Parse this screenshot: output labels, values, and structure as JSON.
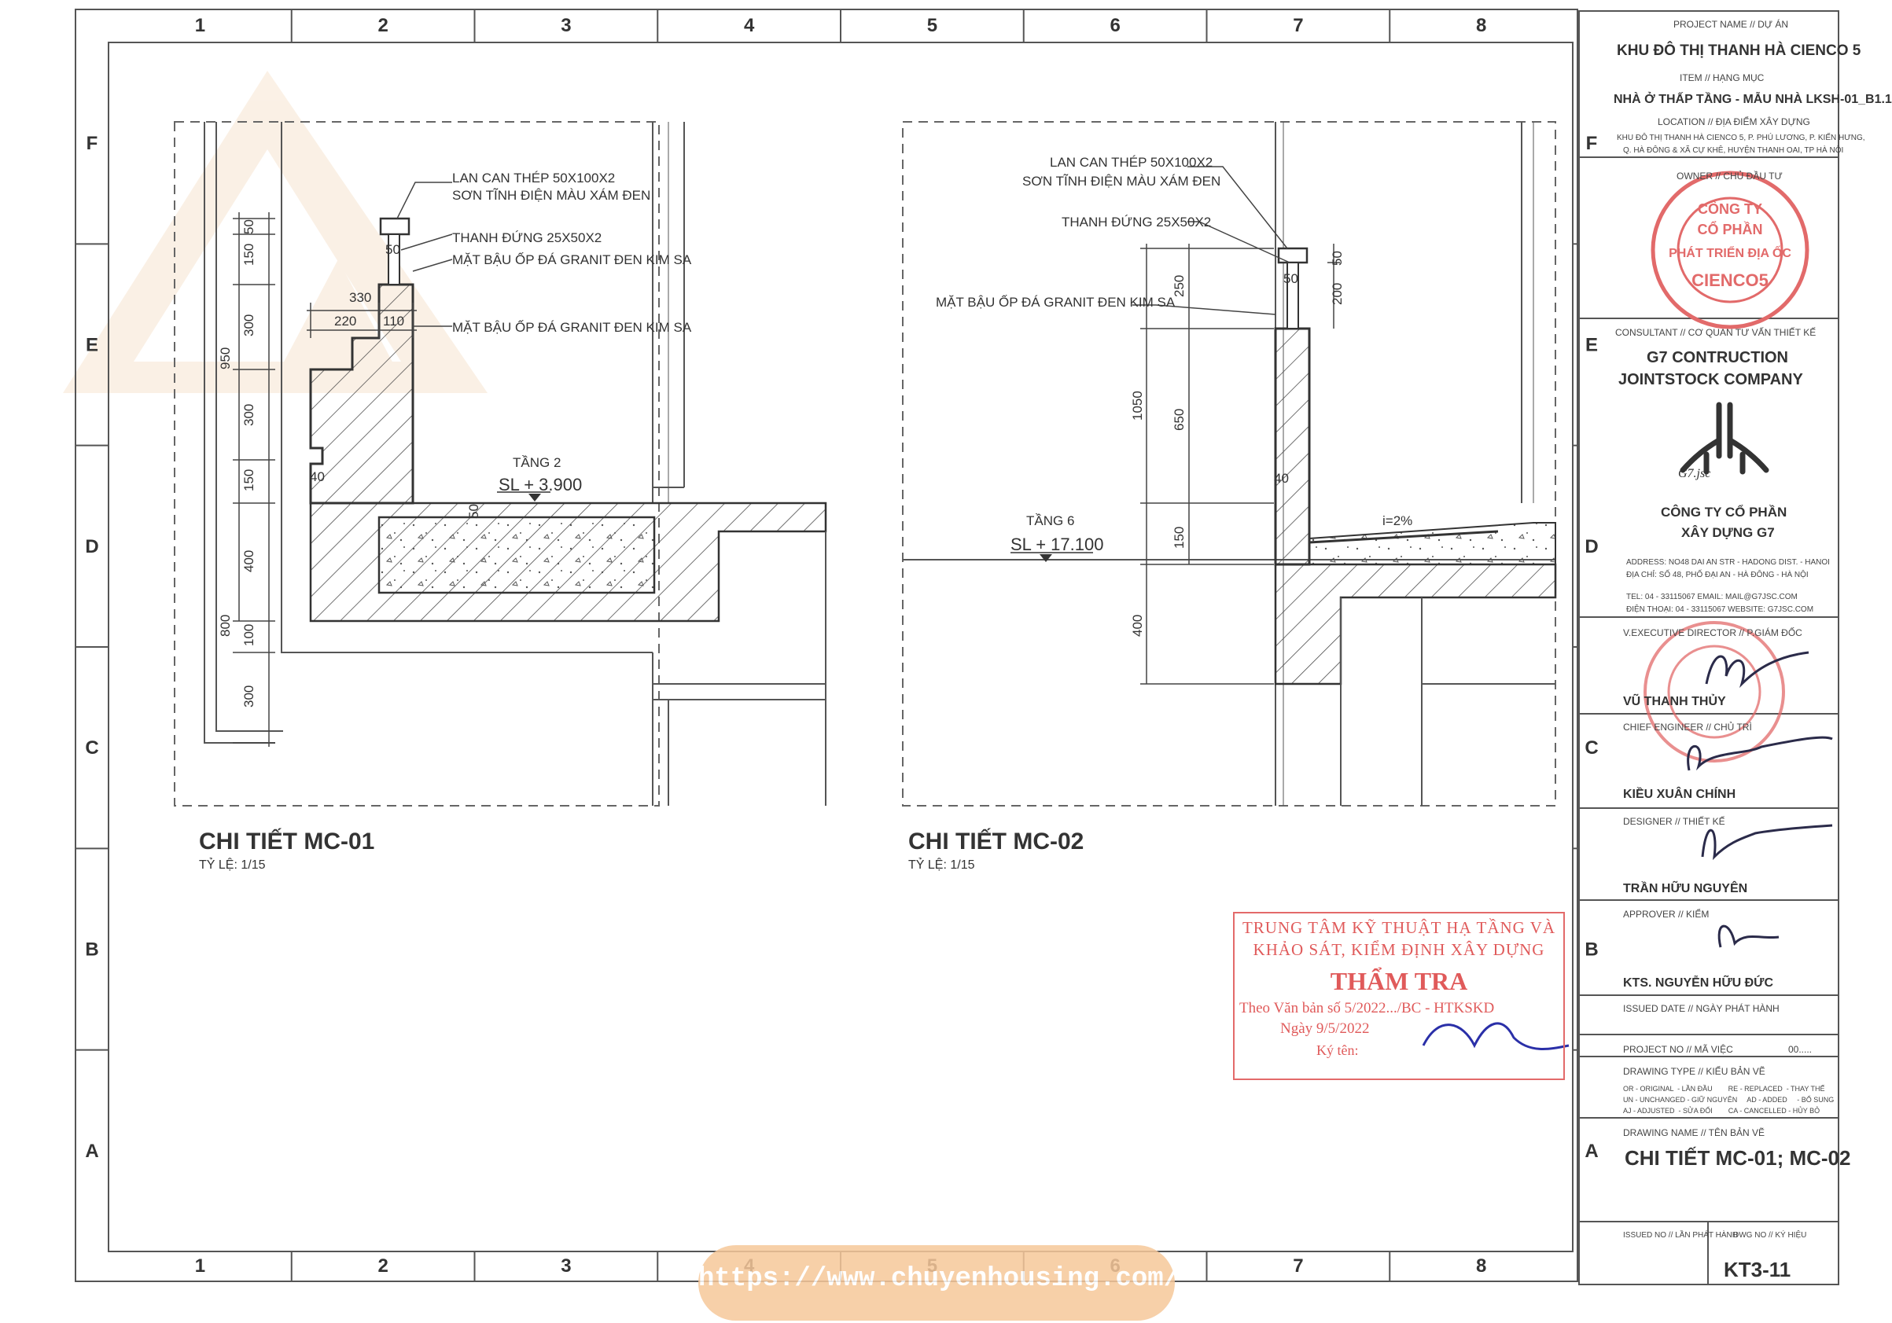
{
  "grid": {
    "cols": [
      "1",
      "2",
      "3",
      "4",
      "5",
      "6",
      "7",
      "8"
    ],
    "rows": [
      "F",
      "E",
      "D",
      "C",
      "B",
      "A"
    ]
  },
  "detail1": {
    "title": "CHI TIẾT MC-01",
    "scale": "TỶ LỆ: 1/15",
    "notes": {
      "rail": "LAN CAN THÉP 50X100X2",
      "paint": "SƠN TĨNH ĐIỆN MÀU XÁM ĐEN",
      "post": "THANH ĐỨNG 25X50X2",
      "sill1": "MẶT BẬU ỐP ĐÁ GRANIT ĐEN KIM SA",
      "sill2": "MẶT BẬU ỐP ĐÁ GRANIT ĐEN KIM SA",
      "level_name": "TẦNG 2",
      "level_value": "SL + 3.900"
    },
    "dims": {
      "d50a": "50",
      "d150a": "150",
      "d300a": "300",
      "d300b": "300",
      "d150b": "150",
      "d400": "400",
      "d100": "100",
      "d300c": "300",
      "d950": "950",
      "d800": "800",
      "d330": "330",
      "d220": "220",
      "d110": "110",
      "d50b": "50",
      "d40": "40",
      "d50c": "50"
    }
  },
  "detail2": {
    "title": "CHI TIẾT MC-02",
    "scale": "TỶ LỆ: 1/15",
    "notes": {
      "rail": "LAN CAN THÉP 50X100X2",
      "paint": "SƠN TĨNH ĐIỆN MÀU XÁM ĐEN",
      "post": "THANH ĐỨNG 25X50X2",
      "sill": "MẶT BẬU ỐP ĐÁ GRANIT ĐEN KIM SA",
      "level_name": "TẦNG 6",
      "level_value": "SL + 17.100",
      "slope": "i=2%"
    },
    "dims": {
      "d250": "250",
      "d650": "650",
      "d150": "150",
      "d1050": "1050",
      "d400": "400",
      "d50a": "50",
      "d200": "200",
      "d50b": "50",
      "d40": "40"
    }
  },
  "stamp": {
    "line1": "TRUNG TÂM KỸ THUẬT HẠ TẦNG VÀ",
    "line2": "KHẢO SÁT, KIỂM ĐỊNH XÂY DỰNG",
    "title": "THẨM TRA",
    "line3": "Theo Văn bản số 5/2022.../BC - HTKSKD",
    "line4": "Ngày 9/5/2022",
    "line5": "Ký tên:"
  },
  "watermark": "https://www.chuyenhousing.com/",
  "title_block": {
    "project_label": "PROJECT NAME // DỰ ÁN",
    "project": "KHU ĐÔ THỊ THANH HÀ CIENCO 5",
    "item_label": "ITEM // HẠNG MỤC",
    "item": "NHÀ Ở THẤP TẦNG - MẪU NHÀ LKSH-01_B1.1",
    "location_label": "LOCATION // ĐỊA ĐIỂM XÂY DỰNG",
    "location1": "KHU ĐÔ THỊ THANH HÀ CIENCO 5, P. PHÚ LƯƠNG, P. KIẾN HƯNG,",
    "location2": "Q. HÀ ĐÔNG & XÃ CỰ KHÊ, HUYỆN THANH OAI, TP HÀ NỘI",
    "owner_label": "OWNER // CHỦ ĐẦU TƯ",
    "owner_stamp1": "CÔNG TY",
    "owner_stamp2": "CỔ PHẦN",
    "owner_stamp3": "PHÁT TRIỂN ĐỊA ỐC",
    "owner_stamp4": "CIENCO5",
    "consultant_label": "CONSULTANT // CƠ QUAN TƯ VẤN THIẾT KẾ",
    "consultant1": "G7 CONTRUCTION",
    "consultant2": "JOINTSTOCK COMPANY",
    "logo_text": "G7.jsc",
    "company1": "CÔNG TY CỔ PHẦN",
    "company2": "XÂY DỰNG G7",
    "address1": "ADDRESS:  NO48 DAI AN STR - HADONG DIST. - HANOI",
    "address2": "ĐỊA CHỈ:  SỐ 48, PHỐ ĐẠI AN - HÀ ĐÔNG - HÀ NỘI",
    "tel1": "TEL:  04 - 33115067    EMAIL: MAIL@G7JSC.COM",
    "tel2": "ĐIỆN THOẠI: 04 - 33115067    WEBSITE: G7JSC.COM",
    "director_label": "V.EXECUTIVE DIRECTOR // P.GIÁM ĐỐC",
    "director": "VŨ THANH THỦY",
    "chief_label": "CHIEF ENGINEER // CHỦ TRÌ",
    "chief": "KIỀU XUÂN CHÍNH",
    "designer_label": "DESIGNER // THIẾT KẾ",
    "designer": "TRẦN HỮU NGUYÊN",
    "approver_label": "APPROVER // KIỂM",
    "approver": "KTS. NGUYỄN HỮU ĐỨC",
    "issued_label": "ISSUED DATE // NGÀY PHÁT HÀNH",
    "projno_label": "PROJECT NO // MÃ VIỆC",
    "projno": "00.....",
    "dtype_label": "DRAWING TYPE // KIỂU BẢN VẼ",
    "dtype1": "OR - ORIGINAL  - LẦN ĐẦU        RE - REPLACED  - THAY THẾ",
    "dtype2": "UN - UNCHANGED - GIỮ NGUYÊN     AD - ADDED     - BỔ SUNG",
    "dtype3": "AJ - ADJUSTED  - SỬA ĐỔI        CA - CANCELLED - HỦY BỎ",
    "dname_label": "DRAWING NAME // TÊN BẢN VẼ",
    "dname": "CHI TIẾT MC-01; MC-02",
    "issueno_label": "ISSUED NO // LẦN PHÁT HÀNH",
    "dwgno_label": "DWG NO // KÝ HIỆU",
    "dwgno": "KT3-11"
  }
}
